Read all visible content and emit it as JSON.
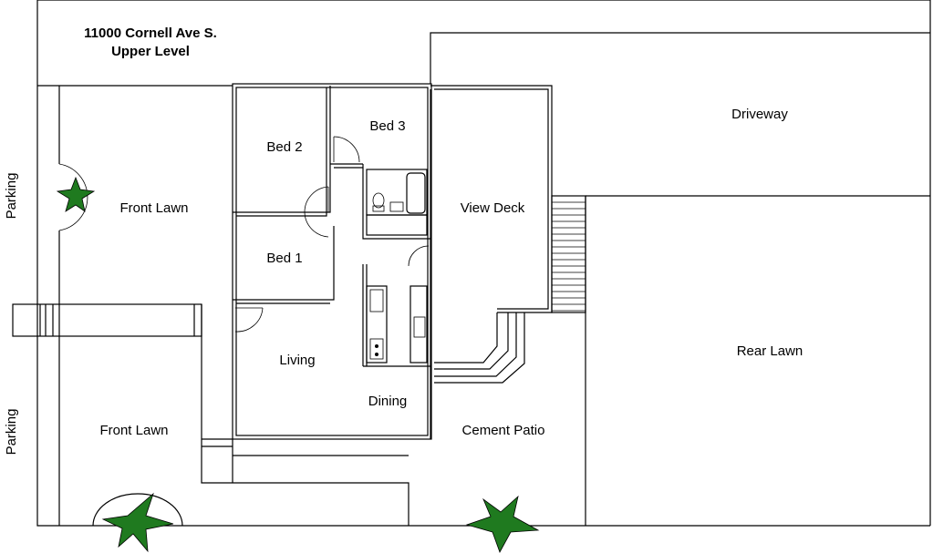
{
  "title": {
    "address": "11000 Cornell Ave S.",
    "level": "Upper Level"
  },
  "rooms": {
    "bed1": "Bed 1",
    "bed2": "Bed 2",
    "bed3": "Bed 3",
    "living": "Living",
    "dining": "Dining",
    "view_deck": "View Deck"
  },
  "areas": {
    "driveway": "Driveway",
    "front_lawn_upper": "Front Lawn",
    "front_lawn_lower": "Front Lawn",
    "rear_lawn": "Rear Lawn",
    "cement_patio": "Cement Patio",
    "parking_upper": "Parking",
    "parking_lower": "Parking"
  },
  "colors": {
    "tree": "#1f7a1f",
    "line": "#000000"
  },
  "icons": [
    "tree-icon",
    "toilet-icon",
    "sink-icon",
    "bathtub-icon",
    "stove-icon"
  ]
}
